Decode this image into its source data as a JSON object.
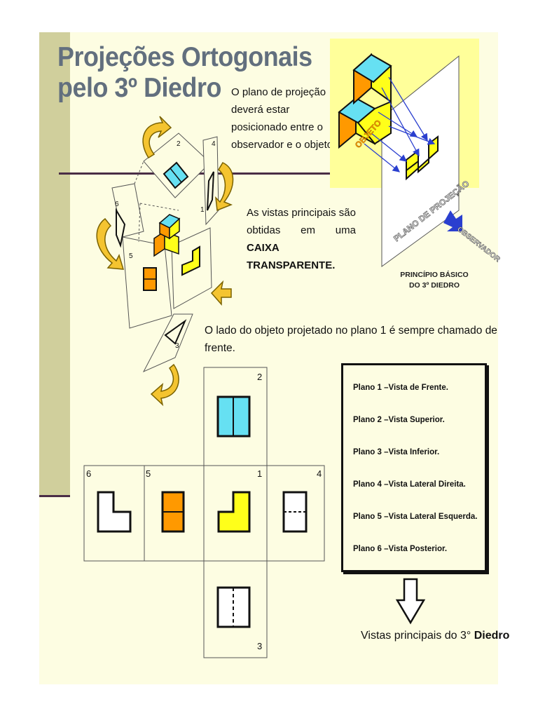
{
  "title": {
    "line1": "Projeções Ortogonais",
    "line2": "pelo 3º Diedro"
  },
  "text_plane": "O plano de projeção deverá estar posicionado entre o observador e o objeto",
  "text_box_prefix": "As vistas principais são obtidas em uma",
  "text_box_bold": "CAIXA TRANSPARENTE.",
  "text_front": "O lado do objeto projetado no plano 1 é sempre chamado de frente.",
  "top_figure": {
    "object_label": "OBJETO",
    "plane_label": "PLANO DE PROJEÇÃO",
    "observer_label": "OBSERVADOR",
    "caption_line1": "PRINCÍPIO BÁSICO",
    "caption_line2": "DO 3º DIEDRO"
  },
  "box_numbers": [
    "1",
    "2",
    "3",
    "4",
    "5",
    "6"
  ],
  "net_numbers": {
    "top": "2",
    "left": "6",
    "leftmid": "5",
    "center": "1",
    "right": "4",
    "bottom": "3"
  },
  "legend": [
    "Plano 1 –Vista de Frente.",
    "Plano 2 –Vista Superior.",
    "Plano 3 –Vista Inferior.",
    "Plano 4 –Vista Lateral Direita.",
    "Plano 5 –Vista Lateral Esquerda.",
    "Plano 6 –Vista Posterior."
  ],
  "final_prefix": "Vistas principais do 3°",
  "final_bold": "Diedro",
  "colors": {
    "title": "#626f7e",
    "cyan": "#66e0f2",
    "orange": "#ff9900",
    "yellow": "#ffff1a",
    "arrow": "#f4c430",
    "blue": "#2a3fcf"
  }
}
